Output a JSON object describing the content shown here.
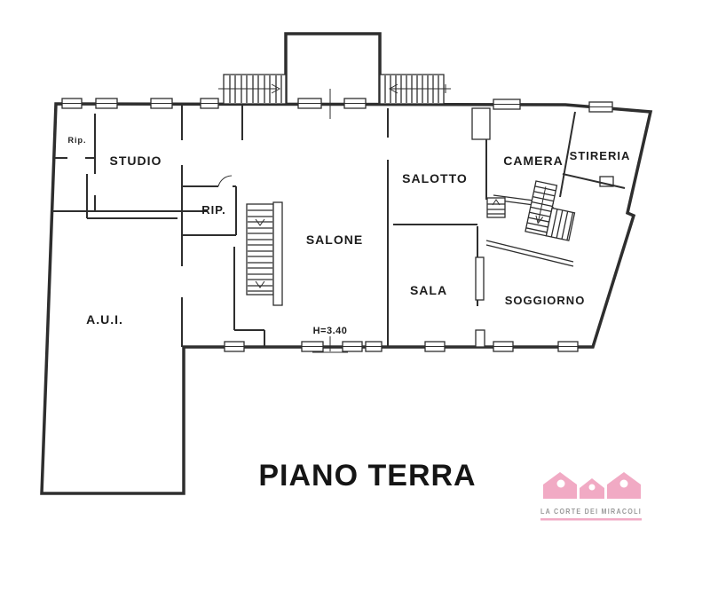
{
  "title": {
    "text": "PIANO TERRA"
  },
  "plan": {
    "rooms": [
      {
        "key": "rip-small",
        "label": "Rip."
      },
      {
        "key": "studio",
        "label": "STUDIO"
      },
      {
        "key": "rip",
        "label": "RIP."
      },
      {
        "key": "salone",
        "label": "SALONE"
      },
      {
        "key": "salotto",
        "label": "SALOTTO"
      },
      {
        "key": "sala",
        "label": "SALA"
      },
      {
        "key": "camera",
        "label": "CAMERA"
      },
      {
        "key": "stireria",
        "label": "STIRERIA"
      },
      {
        "key": "soggiorno",
        "label": "SOGGIORNO"
      },
      {
        "key": "aui",
        "label": "A.U.I."
      }
    ],
    "dimension_note": "H=3.40"
  },
  "logo": {
    "text": "LA CORTE DEI MIRACOLI",
    "pink": "#f1aac4",
    "gray": "#9a9a9a"
  },
  "colors": {
    "ink": "#2e2e2e",
    "title_ink": "#151515",
    "background": "#ffffff"
  }
}
